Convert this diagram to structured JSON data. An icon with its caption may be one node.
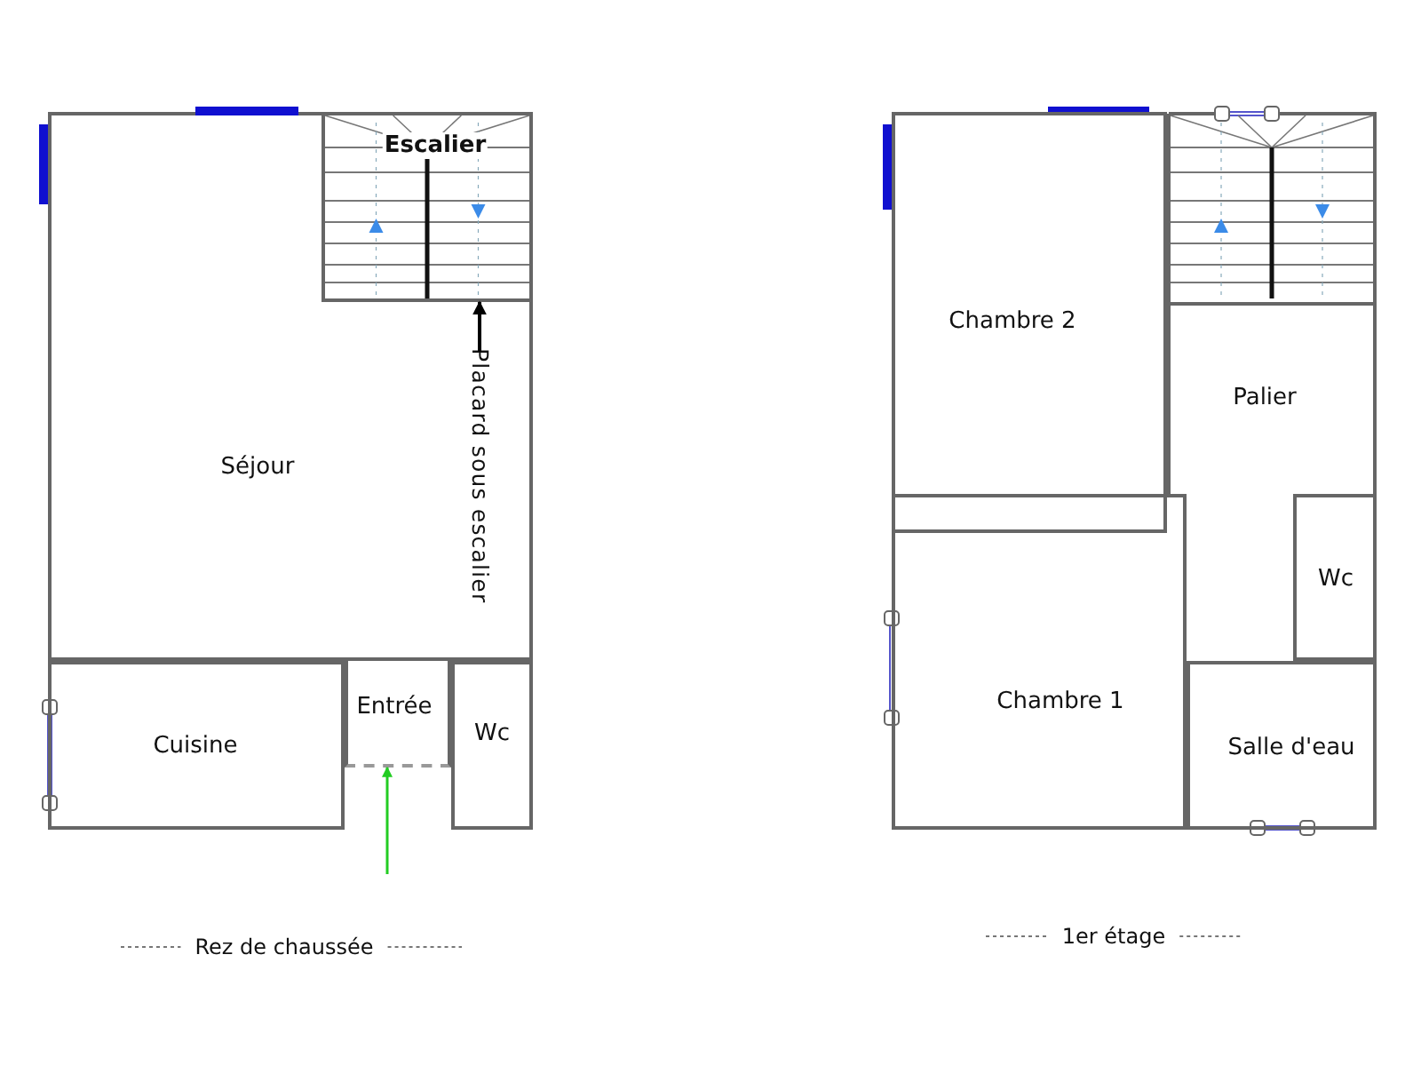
{
  "diagram": {
    "nodes": [
      {
        "text": [
          "Escalier"
        ]
      },
      {
        "text": [
          "Séjour"
        ]
      },
      {
        "text": [
          "Placard sous escalier"
        ],
        "in": 1
      },
      {
        "text": [
          "Cuisine"
        ]
      },
      {
        "text": [
          "Entrée"
        ]
      },
      {
        "text": [
          "Wc"
        ]
      },
      {
        "text": [
          "Chambre 2"
        ]
      },
      {
        "text": [
          "Palier"
        ]
      },
      {
        "text": [
          "Wc"
        ]
      },
      {
        "text": [
          "Chambre 1"
        ]
      },
      {
        "text": [
          "Salle d'eau"
        ]
      }
    ],
    "edges": [
      {
        "from": 2,
        "to": 0,
        "arrow": "to"
      },
      {
        "from": null,
        "to": 4,
        "arrow": "to",
        "color": "#22cc22"
      }
    ],
    "labels": [
      "Rez de chaussée",
      "1er étage"
    ]
  }
}
